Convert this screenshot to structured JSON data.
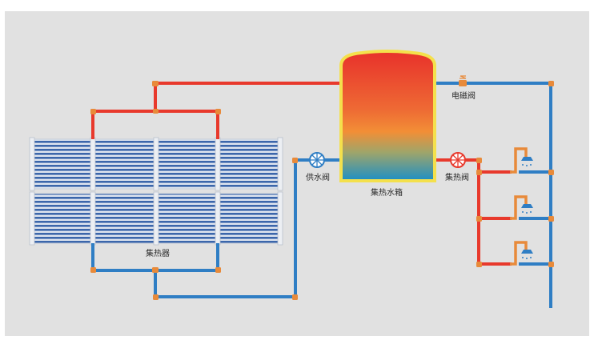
{
  "labels": {
    "collector": "集热器",
    "tank": "集热水箱",
    "supply_valve": "供水阀",
    "heat_valve": "集热阀",
    "solenoid_valve": "电磁阀"
  },
  "colors": {
    "background": "#e1e1e1",
    "hot_pipe": "#e8392c",
    "cold_pipe": "#2f7ec4",
    "fitting": "#e88a3a",
    "tube": "#3a64a8",
    "tank_top": "#e8312b",
    "tank_mid": "#f08a38",
    "tank_bottom": "#1c8fc6",
    "tank_rim": "#f4e04c"
  },
  "icons": [
    "shower-icon",
    "valve-icon",
    "solenoid-valve-icon"
  ],
  "showers_count": 3
}
